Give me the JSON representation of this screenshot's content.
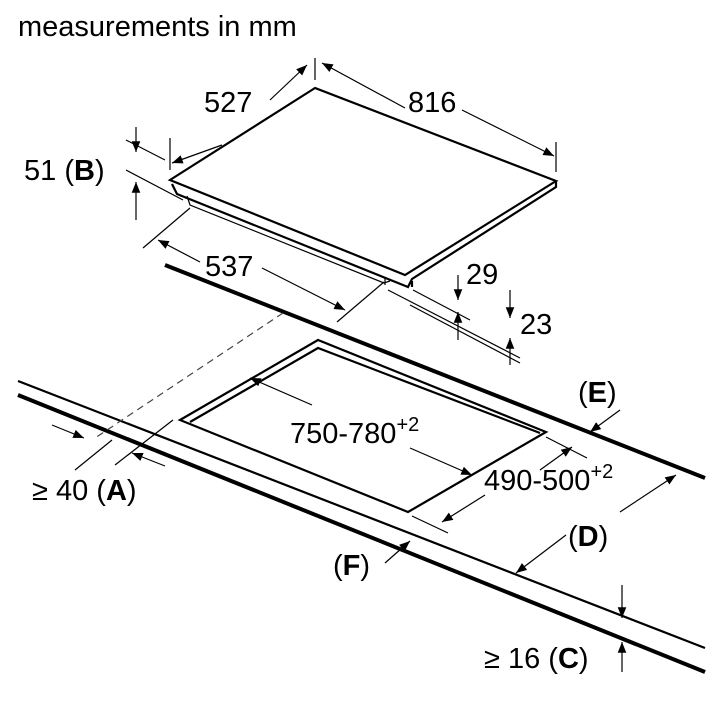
{
  "title": "measurements in mm",
  "hob": {
    "depth": "527",
    "width": "816",
    "height": "51",
    "height_ref": "B",
    "body_depth": "537",
    "body_height": "29",
    "inset": "23"
  },
  "cutout": {
    "width": "750-780",
    "width_tol": "+2",
    "depth": "490-500",
    "depth_tol": "+2"
  },
  "clearances": {
    "front_prefix": "≥ 40",
    "front_ref": "A",
    "thickness_prefix": "≥ 16",
    "thickness_ref": "C",
    "ref_d": "D",
    "ref_e": "E",
    "ref_f": "F"
  }
}
